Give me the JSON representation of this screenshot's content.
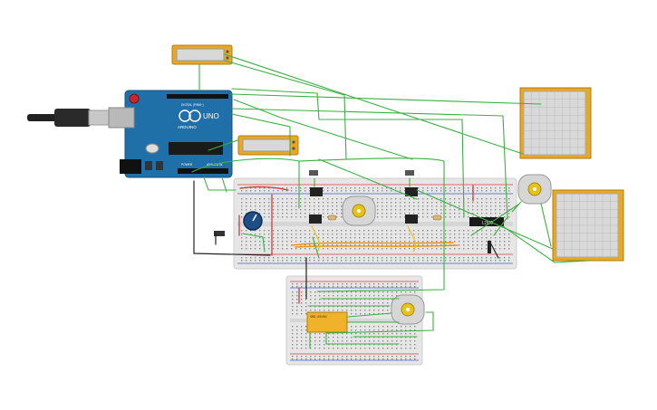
{
  "arduino": {
    "brand": "ARDUINO",
    "model": "UNO",
    "digital_label": "DIGITAL (PWM~)",
    "power_label": "POWER",
    "analog_label": "ANALOG IN"
  },
  "chips": {
    "driver_label": "L293D",
    "relay_label": "SRD-05VDC"
  },
  "colors": {
    "wire_green": "#3cb043",
    "wire_orange": "#e8941a",
    "wire_red": "#d03030",
    "wire_black": "#222222",
    "wire_yellow": "#e6c21a",
    "board_blue": "#1f6fa8",
    "display_frame": "#e8a825",
    "breadboard": "#e6e6e6"
  }
}
